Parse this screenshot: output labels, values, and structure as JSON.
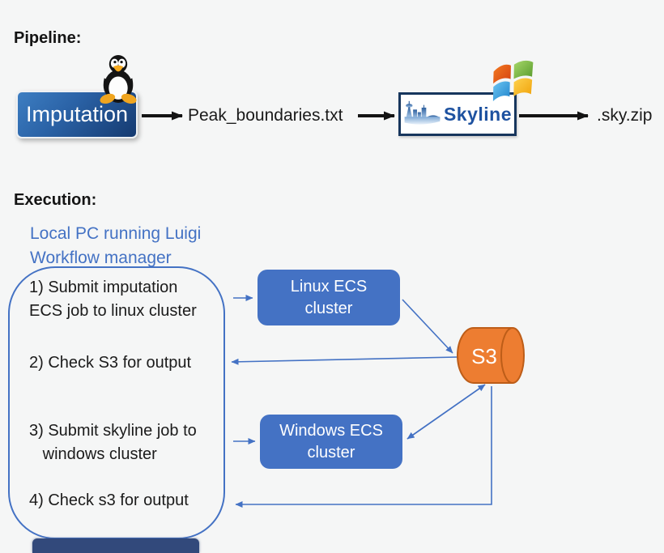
{
  "colors": {
    "background": "#f5f6f6",
    "accent_blue": "#4472C4",
    "s3_orange": "#ED7D31",
    "s3_outline": "#bd5d18",
    "imputation_gradient_dark": "#15386E",
    "skyline_border_navy": "#17365D",
    "black_text": "#1a1a1a",
    "bottom_bar_navy": "#32497b"
  },
  "pipeline": {
    "heading": "Pipeline:",
    "imputation_button": "Imputation",
    "intermediate_file": "Peak_boundaries.txt",
    "skyline_app": "Skyline",
    "output_file": ".sky.zip"
  },
  "execution": {
    "heading": "Execution:",
    "manager_label": "Local PC running Luigi\nWorkflow manager",
    "steps": [
      "1) Submit imputation\nECS job to linux cluster",
      "2) Check S3 for output",
      "3) Submit skyline job to\n   windows cluster",
      "4) Check s3 for output"
    ],
    "linux_cluster": "Linux ECS\ncluster",
    "windows_cluster": "Windows ECS\ncluster",
    "s3": "S3"
  },
  "icons": {
    "tux": "linux-tux-penguin-icon",
    "windows": "windows-flag-icon",
    "skyline": "seattle-skyline-logo-icon",
    "s3_shape": "s3-cylinder"
  }
}
